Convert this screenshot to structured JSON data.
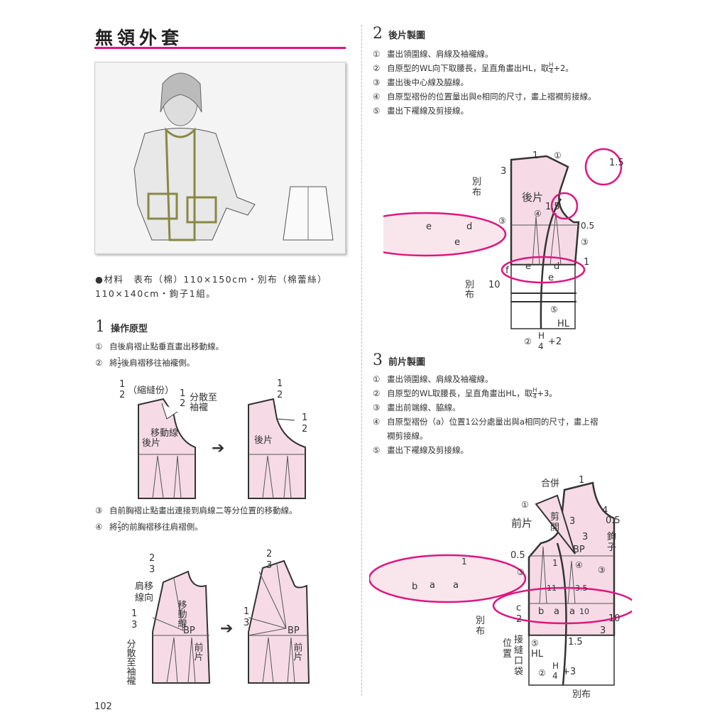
{
  "title": "無領外套",
  "materials": {
    "line1": "●材料　表布（棉）110×150cm・別布（棉蕾絲）",
    "line2": "110×140cm・鉤子1組。"
  },
  "step1": {
    "num": "1",
    "title": "操作原型",
    "items": [
      {
        "c": "①",
        "t": "自後肩褶止點垂直畫出移動線。"
      },
      {
        "c": "②",
        "pre": "將",
        "fn": "1",
        "fd": "2",
        "post": "後肩褶移往袖襱側。"
      },
      {
        "c": "③",
        "t": "自前胸褶止點畫出連接到肩線二等分位置的移動線。"
      },
      {
        "c": "④",
        "pre": "將",
        "fn": "2",
        "fd": "3",
        "post": "的前胸褶移往肩褶側。"
      }
    ],
    "diagram_a": {
      "l1": "1",
      "l2": "2",
      "shrink": "（縮縫份）",
      "disp": "分散至",
      "arm": "袖襱",
      "move": "移動線",
      "back": "後片"
    },
    "diagram_b": {
      "move": "移動線",
      "shoulder": "肩移",
      "dir": "線向",
      "spread": "分散至袖襱",
      "bp": "BP",
      "front": "前片",
      "n1": "1",
      "n2": "2",
      "d3": "3"
    }
  },
  "step2": {
    "num": "2",
    "title": "後片製圖",
    "items": [
      {
        "c": "①",
        "t": "畫出領圍線、肩線及袖襱線。"
      },
      {
        "c": "②",
        "pre": "自原型的WL向下取腰長，呈直角畫出HL，取",
        "fn": "H",
        "fd": "4",
        "post": "+2。"
      },
      {
        "c": "③",
        "t": "畫出後中心線及脇線。"
      },
      {
        "c": "④",
        "t": "自原型褶份的位置量出與e相同的尺寸，畫上褶襉剪接線。"
      },
      {
        "c": "⑤",
        "t": "畫出下襬線及剪接線。"
      }
    ],
    "labels": {
      "back": "後片",
      "bf1": "別",
      "bf2": "布",
      "hl": "HL",
      "v1": "1",
      "v3": "3",
      "v15": "1.5",
      "v05": "0.5",
      "v10": "10",
      "e": "e",
      "d": "d",
      "f": "f",
      "c1": "①",
      "c3": "③",
      "c4": "④",
      "c5": "⑤",
      "c2": "②",
      "h": "H",
      "q": "4",
      "plus": "+2"
    }
  },
  "step3": {
    "num": "3",
    "title": "前片製圖",
    "items": [
      {
        "c": "①",
        "t": "畫出領圍線、肩線及袖襱線。"
      },
      {
        "c": "②",
        "pre": "自原型的WL取腰長，呈直角畫出HL，取",
        "fn": "H",
        "fd": "4",
        "post": "+3。"
      },
      {
        "c": "③",
        "t": "畫出前端線、脇線。"
      },
      {
        "c": "④",
        "t": "自原型褶份（a）位置1公分處量出與a相同的尺寸，畫上褶"
      },
      {
        "c": "",
        "t": "襉剪接線。"
      },
      {
        "c": "⑤",
        "t": "畫出下襬線及剪接線。"
      }
    ],
    "labels": {
      "front": "前片",
      "merge": "合併",
      "cut1": "剪",
      "cut2": "開",
      "bp": "BP",
      "hook1": "鉤",
      "hook2": "子",
      "bf1": "別",
      "bf2": "布",
      "bf": "別布",
      "pocket": [
        "接",
        "縫",
        "口",
        "袋"
      ],
      "pos": [
        "位",
        "置"
      ],
      "hl": "HL",
      "b": "b",
      "a": "a",
      "c": "c",
      "two": "2",
      "v1": "1",
      "v3": "3",
      "v4": "4",
      "v05": "0.5",
      "v11": "11",
      "v35": "3.5",
      "v10": "10",
      "v15": "1.5",
      "c1": "①",
      "c3": "③",
      "c4": "④",
      "c5": "⑤",
      "c2": "②",
      "h": "H",
      "q": "4",
      "plus": "+3"
    }
  },
  "page_number": "102",
  "colors": {
    "accent": "#e0157f",
    "pattern_fill": "#f6dbe6"
  }
}
